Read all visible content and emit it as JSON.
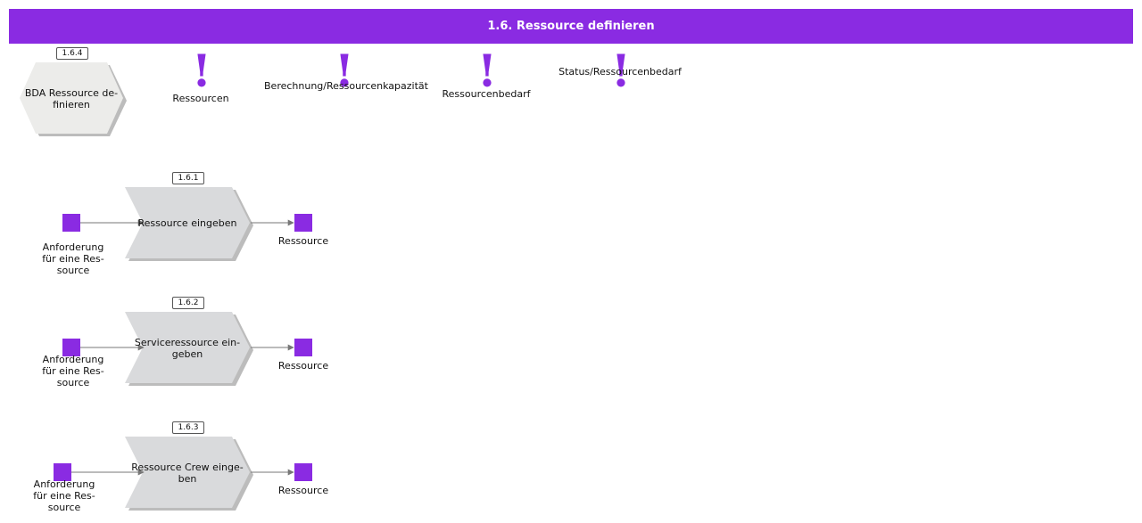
{
  "header": {
    "title": "1.6. Ressource definieren"
  },
  "colors": {
    "accent": "#8a2be2",
    "function_fill": "#d9dadc",
    "process_fill": "#ececea",
    "connector": "#777777"
  },
  "process_interface": {
    "id": "1.6.4",
    "label": "BDA Ressource de-finieren"
  },
  "attributes": [
    {
      "label": "Ressourcen",
      "icon": "exclamation-icon"
    },
    {
      "label": "Berechnung/Ressourcenkapazität",
      "icon": "exclamation-icon"
    },
    {
      "label": "Ressourcenbedarf",
      "icon": "exclamation-icon"
    },
    {
      "label": "Status/Ressourcenbedarf",
      "icon": "exclamation-icon"
    }
  ],
  "flows": [
    {
      "id": "1.6.1",
      "input": "Anforderung für eine Res-source",
      "function": "Ressource eingeben",
      "output": "Ressource"
    },
    {
      "id": "1.6.2",
      "input": "Anforderung für eine Res-source",
      "function": "Serviceressource ein-geben",
      "output": "Ressource"
    },
    {
      "id": "1.6.3",
      "input": "Anforderung für eine Res-source",
      "function": "Ressource Crew einge-ben",
      "output": "Ressource"
    }
  ]
}
